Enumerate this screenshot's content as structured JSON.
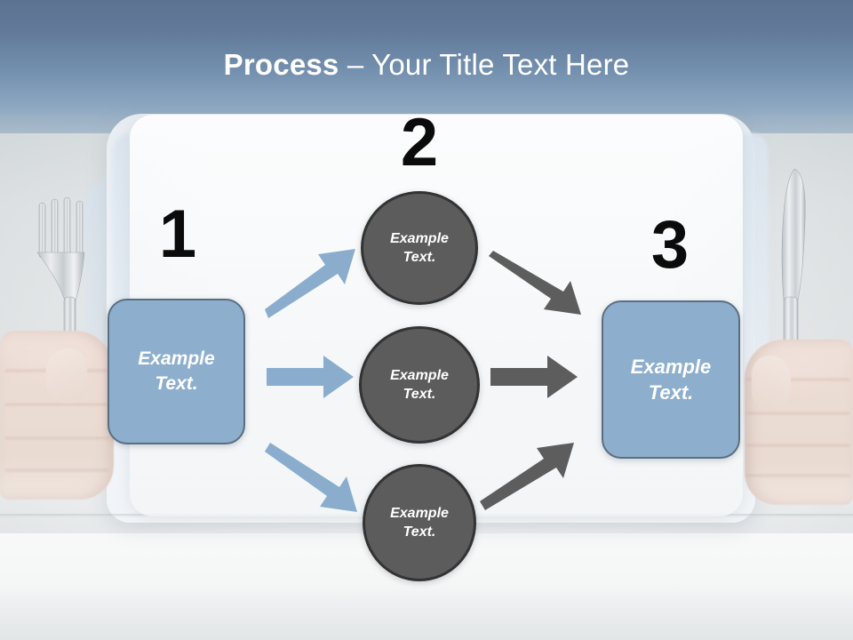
{
  "slide": {
    "title_strong": "Process",
    "title_rest": " – Your Title Text Here",
    "title_full": "Process – Your Title Text Here"
  },
  "colors": {
    "title_text": "#ffffff",
    "header_gradient_top": "#5c7390",
    "header_gradient_bottom": "#aabfd0",
    "box_fill": "#8dafcd",
    "box_border": "#5b6e80",
    "circle_fill": "#5c5c5c",
    "circle_border": "#333333",
    "arrow_blue": "#8aadcd",
    "arrow_dark": "#5d5d5d",
    "number_text": "#0b0b0b",
    "panel_fill": "#ffffff"
  },
  "steps": [
    {
      "number": "1",
      "label": "Example\nText."
    },
    {
      "number": "2",
      "label": "Example\nText."
    },
    {
      "number": "3",
      "label": "Example\nText."
    }
  ],
  "nodes": {
    "left_box": {
      "line1": "Example",
      "line2": "Text."
    },
    "circle_top": {
      "line1": "Example",
      "line2": "Text."
    },
    "circle_mid": {
      "line1": "Example",
      "line2": "Text."
    },
    "circle_bot": {
      "line1": "Example",
      "line2": "Text."
    },
    "right_box": {
      "line1": "Example",
      "line2": "Text."
    }
  },
  "numbers": {
    "one": "1",
    "two": "2",
    "three": "3"
  },
  "arrows": [
    {
      "name": "arrow-left-to-top",
      "direction": "up-right",
      "color": "#8aadcd"
    },
    {
      "name": "arrow-left-to-middle",
      "direction": "right",
      "color": "#8aadcd"
    },
    {
      "name": "arrow-left-to-bottom",
      "direction": "down-right",
      "color": "#8aadcd"
    },
    {
      "name": "arrow-top-to-right",
      "direction": "down-right",
      "color": "#5d5d5d"
    },
    {
      "name": "arrow-middle-to-right",
      "direction": "right",
      "color": "#5d5d5d"
    },
    {
      "name": "arrow-bottom-to-right",
      "direction": "up-right",
      "color": "#5d5d5d"
    }
  ],
  "background": {
    "description": "photo of person in light shirt holding a fork and a knife over a table",
    "elements": [
      "fork",
      "knife",
      "left-hand",
      "right-hand",
      "shirt",
      "table"
    ]
  }
}
